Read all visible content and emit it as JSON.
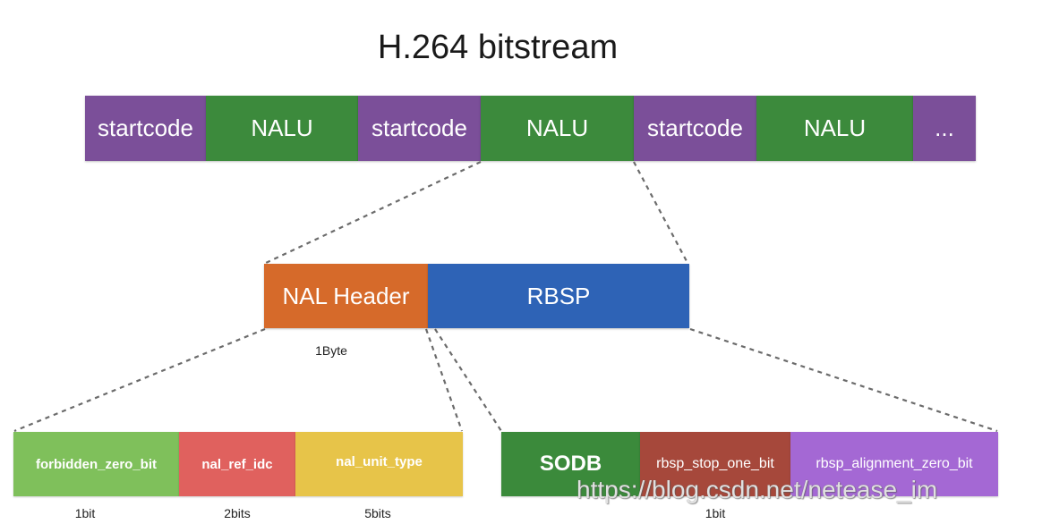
{
  "title": "H.264 bitstream",
  "bitstream": {
    "segments": [
      {
        "label": "startcode",
        "color": "#7b4f99"
      },
      {
        "label": "NALU",
        "color": "#3c8a3c"
      },
      {
        "label": "startcode",
        "color": "#7b4f99"
      },
      {
        "label": "NALU",
        "color": "#3c8a3c"
      },
      {
        "label": "startcode",
        "color": "#7b4f99"
      },
      {
        "label": "NALU",
        "color": "#3c8a3c"
      },
      {
        "label": "...",
        "color": "#7b4f99"
      }
    ]
  },
  "nal_unit": {
    "header": {
      "label": "NAL Header",
      "size": "1Byte",
      "color": "#d66a2a"
    },
    "rbsp": {
      "label": "RBSP",
      "color": "#2e63b6"
    }
  },
  "header_fields": [
    {
      "label": "forbidden_zero_bit",
      "size": "1bit",
      "color": "#7fc05b"
    },
    {
      "label": "nal_ref_idc",
      "size": "2bits",
      "color": "#e0615e"
    },
    {
      "label": "nal_unit_type",
      "size": "5bits",
      "color": "#e7c449"
    }
  ],
  "rbsp_fields": [
    {
      "label": "SODB",
      "color": "#3b8a3b"
    },
    {
      "label": "rbsp_stop_one_bit",
      "size": "1bit",
      "color": "#a6483b"
    },
    {
      "label": "rbsp_alignment_zero_bit",
      "color": "#a468d4"
    }
  ],
  "connector_color": "#6b6b6b",
  "watermark": "https://blog.csdn.net/netease_im"
}
